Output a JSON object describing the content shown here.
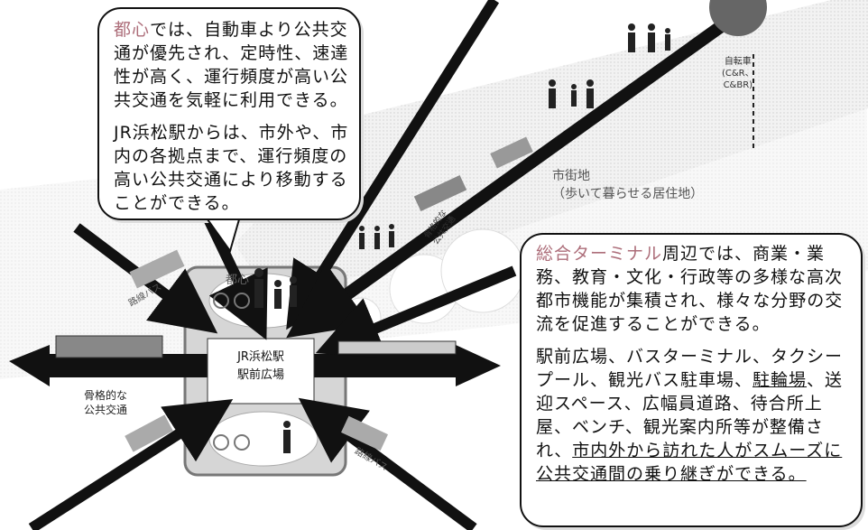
{
  "left_bubble": {
    "hl": "都心",
    "p1": "では、自動車より公共交通が優先され、定時性、速達性が高く、運行頻度が高い公共交通を気軽に利用できる。",
    "p2": "JR浜松駅からは、市外や、市内の各拠点まで、運行頻度の高い公共交通により移動することができる。"
  },
  "right_bubble": {
    "hl": "総合ターミナル",
    "p1": "周辺では、商業・業務、教育・文化・行政等の多様な高次都市機能が集積され、様々な分野の交流を促進することができる。",
    "p2a": "駅前広場、バスターミナル、タクシープール、観光バス駐車場、",
    "p2u": "駐輪場",
    "p2b": "、送迎スペース、広幅員道路、待合所上屋、ベンチ、観光案内所等が整備され、",
    "p2c": "市内外から訪れた人がスムーズに公共交通間の乗り継ぎができる。"
  },
  "center": {
    "station_label": "JR浜松駅\n駅前広場",
    "toshin_label": "都心"
  },
  "labels": {
    "trunk_transit": "骨格的な\n公共交通",
    "branch_bus_left": "路線バス",
    "branch_bus_right": "路線バス",
    "shigaichi": "市街地\n（歩いて暮らせる居住地）",
    "cycle": "自転車\n(C&R、\nC&BR)",
    "diag_label": "骨格的な\n公共交通"
  },
  "colors": {
    "accent": "#ad6e7a",
    "bubble_border": "#111111",
    "road": "#e3e3e3"
  }
}
